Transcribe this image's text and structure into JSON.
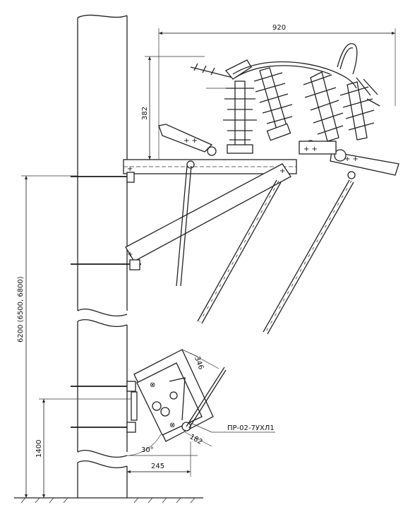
{
  "drawing": {
    "dimensions": {
      "top_width": "920",
      "insulator_height": "382",
      "pole_height": "6200 (6500, 6800)",
      "drive_length": "346",
      "lever_length": "182",
      "angle": "30°",
      "offset": "245",
      "drive_height": "1400"
    },
    "drive_label": "ПР-02-7УХЛ1"
  }
}
